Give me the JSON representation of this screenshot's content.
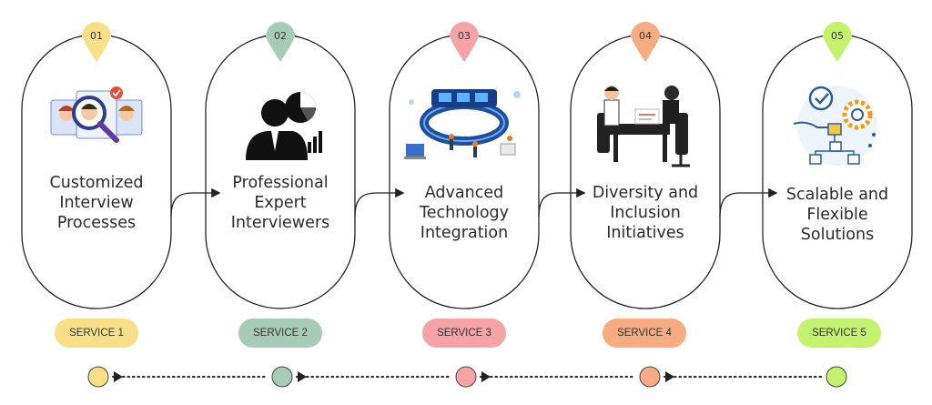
{
  "steps": [
    {
      "number": "01",
      "title": "Customized\nInterview\nProcesses",
      "service": "SERVICE 1",
      "color": "#f6df87",
      "icon": "candidate-search-icon"
    },
    {
      "number": "02",
      "title": "Professional\nExpert\nInterviewers",
      "service": "SERVICE 2",
      "color": "#a8cbb8",
      "icon": "business-expert-icon"
    },
    {
      "number": "03",
      "title": "Advanced\nTechnology\nIntegration",
      "service": "SERVICE 3",
      "color": "#f5a3a6",
      "icon": "technology-isometric-icon"
    },
    {
      "number": "04",
      "title": "Diversity and\nInclusion\nInitiatives",
      "service": "SERVICE 4",
      "color": "#f5ac82",
      "icon": "interview-meeting-icon"
    },
    {
      "number": "05",
      "title": "Scalable and\nFlexible\nSolutions",
      "service": "SERVICE 5",
      "color": "#c5f26e",
      "icon": "flexible-solutions-icon"
    }
  ]
}
